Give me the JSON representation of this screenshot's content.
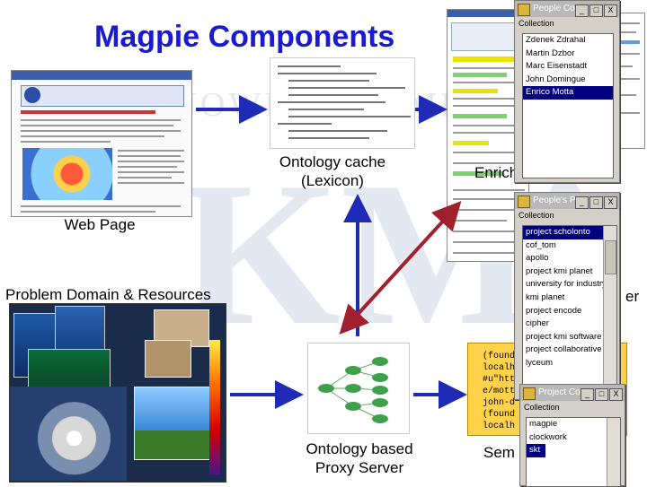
{
  "title": "Magpie Components",
  "watermark": {
    "row1": "KNOWLEDGE MEDIA",
    "big": "KMi"
  },
  "labels": {
    "ontology_cache": "Ontology cache\n(Lexicon)",
    "web_page": "Web Page",
    "enriched": "Enriched Web Page",
    "problem_domain": "Problem Domain & Resources",
    "viewer_partial": "er",
    "proxy_server": "Ontology based\nProxy Server",
    "semantic_partial": "Sem"
  },
  "people_collab": {
    "title": "People Co...",
    "collection_label": "Collection",
    "items": [
      "Zdenek Zdrahal",
      "Martin Dzbor",
      "Marc Eisenstadt",
      "John Domingue",
      "Enrico Motta"
    ],
    "selected": "Enrico Motta"
  },
  "peoples_projects": {
    "title": "People's P...",
    "collection_label": "Collection",
    "items": [
      "project scholonto",
      "cof_tom",
      "apollo",
      "project kmi planet",
      "university for industry",
      "kmi planet",
      "project encode",
      "cipher",
      "project kmi software v",
      "project collaborative ze",
      "lyceum"
    ],
    "selected": "project scholonto"
  },
  "project_collab": {
    "title": "Project Co...",
    "collection_label": "Collection",
    "items": [
      "magpie",
      "clockwork",
      "skt"
    ],
    "selected": "skt"
  },
  "code_lines": [
    "(found",
    "localh",
    "#u\"htt",
    "e/mott",
    "john-d",
    "(found",
    "localh"
  ],
  "window_buttons": [
    "_",
    "□",
    "X"
  ],
  "colors": {
    "title": "#1a1ad0",
    "arrow_blue": "#1f2bb5",
    "arrow_red": "#a0202c",
    "code_bg": "#ffd24a",
    "selection": "#000080"
  }
}
